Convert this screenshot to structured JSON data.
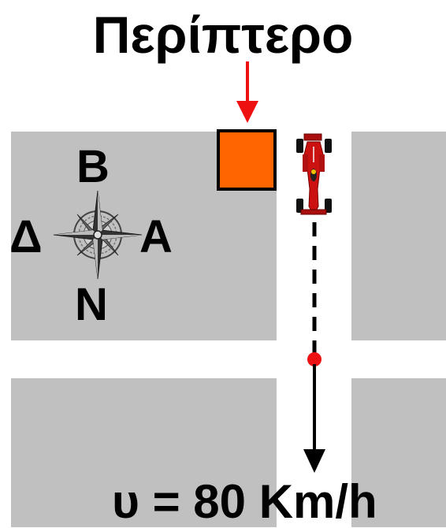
{
  "title": "Περίπτερο",
  "compass": {
    "north": "Β",
    "south": "Ν",
    "west": "Δ",
    "east": "Α"
  },
  "speed_label": "υ = 80 Km/h",
  "colors": {
    "block": "#c0c0c0",
    "kiosk": "#ff6600",
    "arrow_red": "#ee1111",
    "car_red": "#cc1111",
    "path": "#000000"
  },
  "icons": [
    "compass-rose-icon",
    "race-car-icon",
    "kiosk-square"
  ]
}
